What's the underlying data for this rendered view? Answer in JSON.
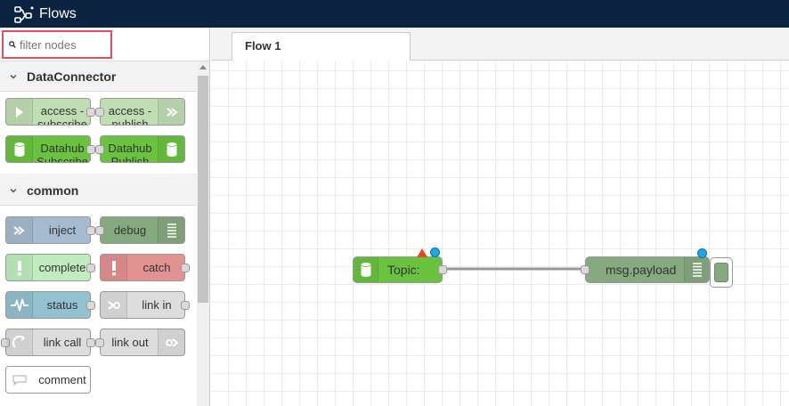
{
  "header": {
    "title": "Flows",
    "logo_icon": "node-red-flow-icon"
  },
  "palette": {
    "filter": {
      "placeholder": "filter nodes",
      "value": ""
    },
    "categories": [
      {
        "name": "DataConnector",
        "nodes": [
          {
            "label": "access - subscribe",
            "icon": "arrow-in-icon",
            "color": "#c0deb4"
          },
          {
            "label": "access - publish",
            "icon": "arrow-out-icon",
            "color": "#c0deb4"
          },
          {
            "label": "Datahub Subscribe",
            "icon": "database-icon",
            "color": "#6ac33f"
          },
          {
            "label": "Datahub Publish",
            "icon": "database-icon",
            "color": "#6ac33f"
          }
        ]
      },
      {
        "name": "common",
        "nodes": [
          {
            "label": "inject",
            "icon": "arrow-in-icon",
            "color": "#a6bbcf"
          },
          {
            "label": "debug",
            "icon": "list-icon",
            "color": "#87a980"
          },
          {
            "label": "complete",
            "icon": "exclamation-icon",
            "color": "#c0edc0"
          },
          {
            "label": "catch",
            "icon": "exclamation-icon",
            "color": "#e49191"
          },
          {
            "label": "status",
            "icon": "pulse-icon",
            "color": "#94c1d0"
          },
          {
            "label": "link in",
            "icon": "link-in-icon",
            "color": "#dddddd"
          },
          {
            "label": "link call",
            "icon": "link-call-icon",
            "color": "#dddddd"
          },
          {
            "label": "link out",
            "icon": "link-out-icon",
            "color": "#dddddd"
          },
          {
            "label": "comment",
            "icon": "comment-icon",
            "color": "#ffffff"
          }
        ]
      }
    ]
  },
  "workspace": {
    "tabs": [
      {
        "label": "Flow 1"
      }
    ],
    "nodes": [
      {
        "label": "Topic:",
        "icon": "database-icon",
        "color": "#6ac33f"
      },
      {
        "label": "msg.payload",
        "icon": "list-icon",
        "color": "#87a980"
      }
    ]
  },
  "colors": {
    "header_bg": "#0b2340",
    "filter_highlight": "#e0505a",
    "status_dot": "#1ea7e8",
    "warning": "#e8482a"
  }
}
